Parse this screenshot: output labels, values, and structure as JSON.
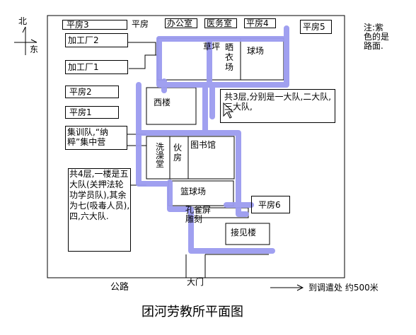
{
  "compass": {
    "north": "北",
    "east": "东"
  },
  "note": "注:紫色的是路面.",
  "buildings": {
    "pingfang3": "平房3",
    "pingfang_top": "平房",
    "office": "办公室",
    "clinic": "医务室",
    "pingfang4": "平房4",
    "pingfang5": "平房5",
    "factory2": "加工厂2",
    "factory1": "加工厂1",
    "lawn": "草坪",
    "drying": "晒衣场",
    "sports": "球场",
    "pingfang2": "平房2",
    "pingfang1": "平房1",
    "west_building": "西楼",
    "training": "集训队,“纳粹”集中营",
    "bath": "洗澡堂",
    "kitchen": "伙房",
    "library": "图书馆",
    "basketball": "篮球场",
    "pingfang6": "平房6",
    "sculpture": "孔雀屏雕刻",
    "reception": "接见楼",
    "gate": "大门"
  },
  "annotations": {
    "east_building": "共3层,分别是一大队,二大队,三大队,",
    "west_note": "共4层,一楼是五大队(关押法轮功学员队),其余为七(吸毒人员),四,六大队."
  },
  "road_label": "公路",
  "direction": "到调遣处 约500米",
  "title": "团河劳教所平面图",
  "colors": {
    "road": "#9b9bf0",
    "line": "#000000"
  }
}
